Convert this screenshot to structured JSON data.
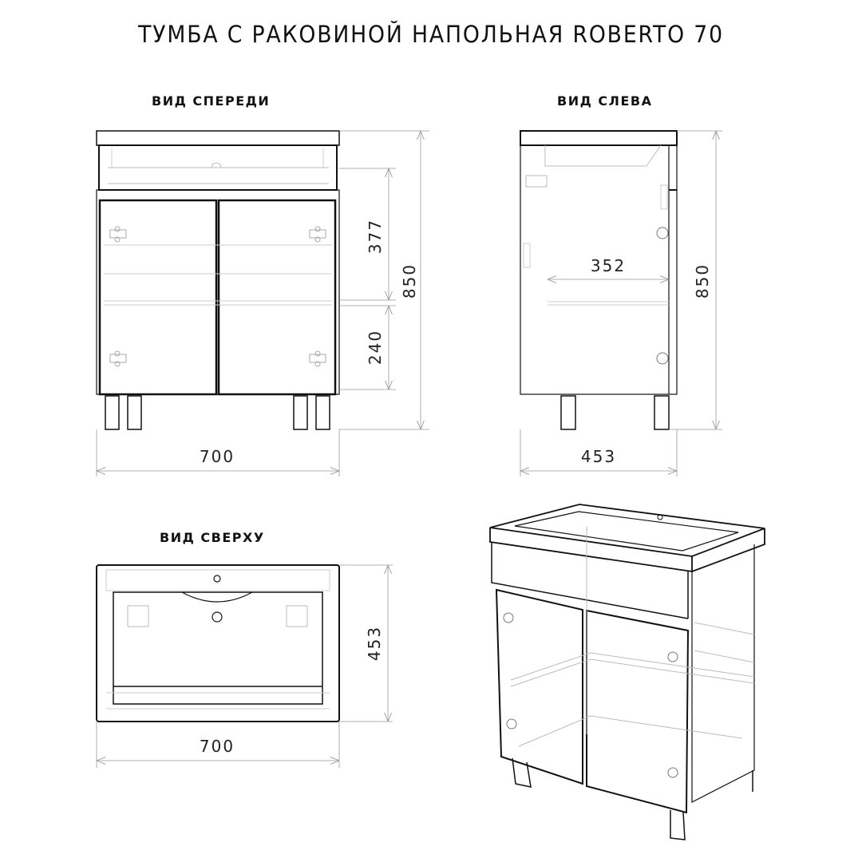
{
  "title": "ТУМБА С РАКОВИНОЙ НАПОЛЬНАЯ ROBERTO 70",
  "views": {
    "front": {
      "label": "ВИД СПЕРЕДИ",
      "width": "700",
      "height_total": "850",
      "dim_upper": "377",
      "dim_lower": "240"
    },
    "left": {
      "label": "ВИД СЛЕВА",
      "depth": "453",
      "height_total": "850",
      "inner_depth": "352"
    },
    "top": {
      "label": "ВИД СВЕРХУ",
      "width": "700",
      "depth": "453"
    },
    "iso": {
      "label": ""
    }
  },
  "colors": {
    "line": "#111111",
    "thin": "#bbbbbb",
    "dim": "#999999"
  }
}
